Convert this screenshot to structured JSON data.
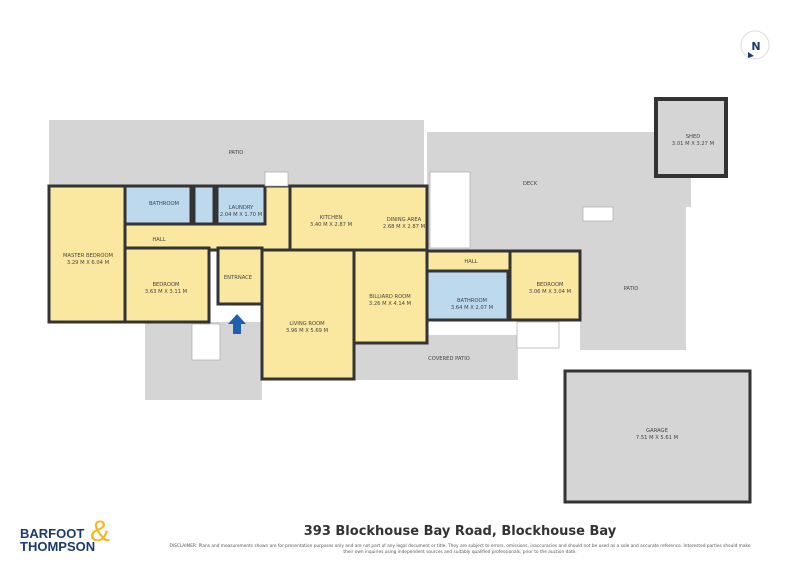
{
  "header": {
    "compass_label": "N"
  },
  "colors": {
    "room": "#fbe8a0",
    "wet_room": "#bcd9ee",
    "outdoor": "#d5d5d5",
    "wall": "#333333",
    "entry_arrow": "#1f5fb0",
    "brand_blue": "#1d3a6e",
    "brand_gold": "#f2b71b"
  },
  "rooms": {
    "patio_top": {
      "name": "PATIO"
    },
    "deck": {
      "name": "DECK"
    },
    "patio_right": {
      "name": "PATIO"
    },
    "shed": {
      "name": "SHED",
      "size": "3.01 M X 3.27 M"
    },
    "garage": {
      "name": "GARAGE",
      "size": "7.51 M X 5.61 M"
    },
    "covered_patio": {
      "name": "COVERED PATIO"
    },
    "master_bedroom": {
      "name": "MASTER BEDROOM",
      "size": "3.29 M X 6.04 M"
    },
    "bedroom_1": {
      "name": "BEDROOM",
      "size": "3.63 M X 3.11 M"
    },
    "bathroom_1": {
      "name": "BATHROOM"
    },
    "laundry": {
      "name": "LAUNDRY",
      "size": "2.04 M X 1.70 M"
    },
    "hall_1": {
      "name": "HALL"
    },
    "entrance": {
      "name": "ENTRNACE"
    },
    "kitchen": {
      "name": "KITCHEN",
      "size": "3.40 M X 2.87 M"
    },
    "dining": {
      "name": "DINING AREA",
      "size": "2.68 M X 2.87 M"
    },
    "living": {
      "name": "LIVING ROOM",
      "size": "3.96 M X 5.69 M"
    },
    "billiard": {
      "name": "BILLIARD ROOM",
      "size": "3.26 M X 4.14 M"
    },
    "hall_2": {
      "name": "HALL"
    },
    "bathroom_2": {
      "name": "BATHROOM",
      "size": "3.64 M X 2.07 M"
    },
    "bedroom_2": {
      "name": "BEDROOM",
      "size": "3.06 M X 3.04 M"
    }
  },
  "footer": {
    "address": "393 Blockhouse Bay Road, Blockhouse Bay",
    "disclaimer": "DISCLAIMER: Plans and measurements shown are for presentation purposes only and are not part of any legal document or title. They are subject to errors, omissions, inaccuracies and should not be used as a sole and accurate reference. Interested parties should make their own inquiries using independent sources and suitably qualified professionals, prior to the auction date.",
    "logo_line1": "BARFOOT",
    "logo_line2": "THOMPSON",
    "logo_amp": "&"
  }
}
